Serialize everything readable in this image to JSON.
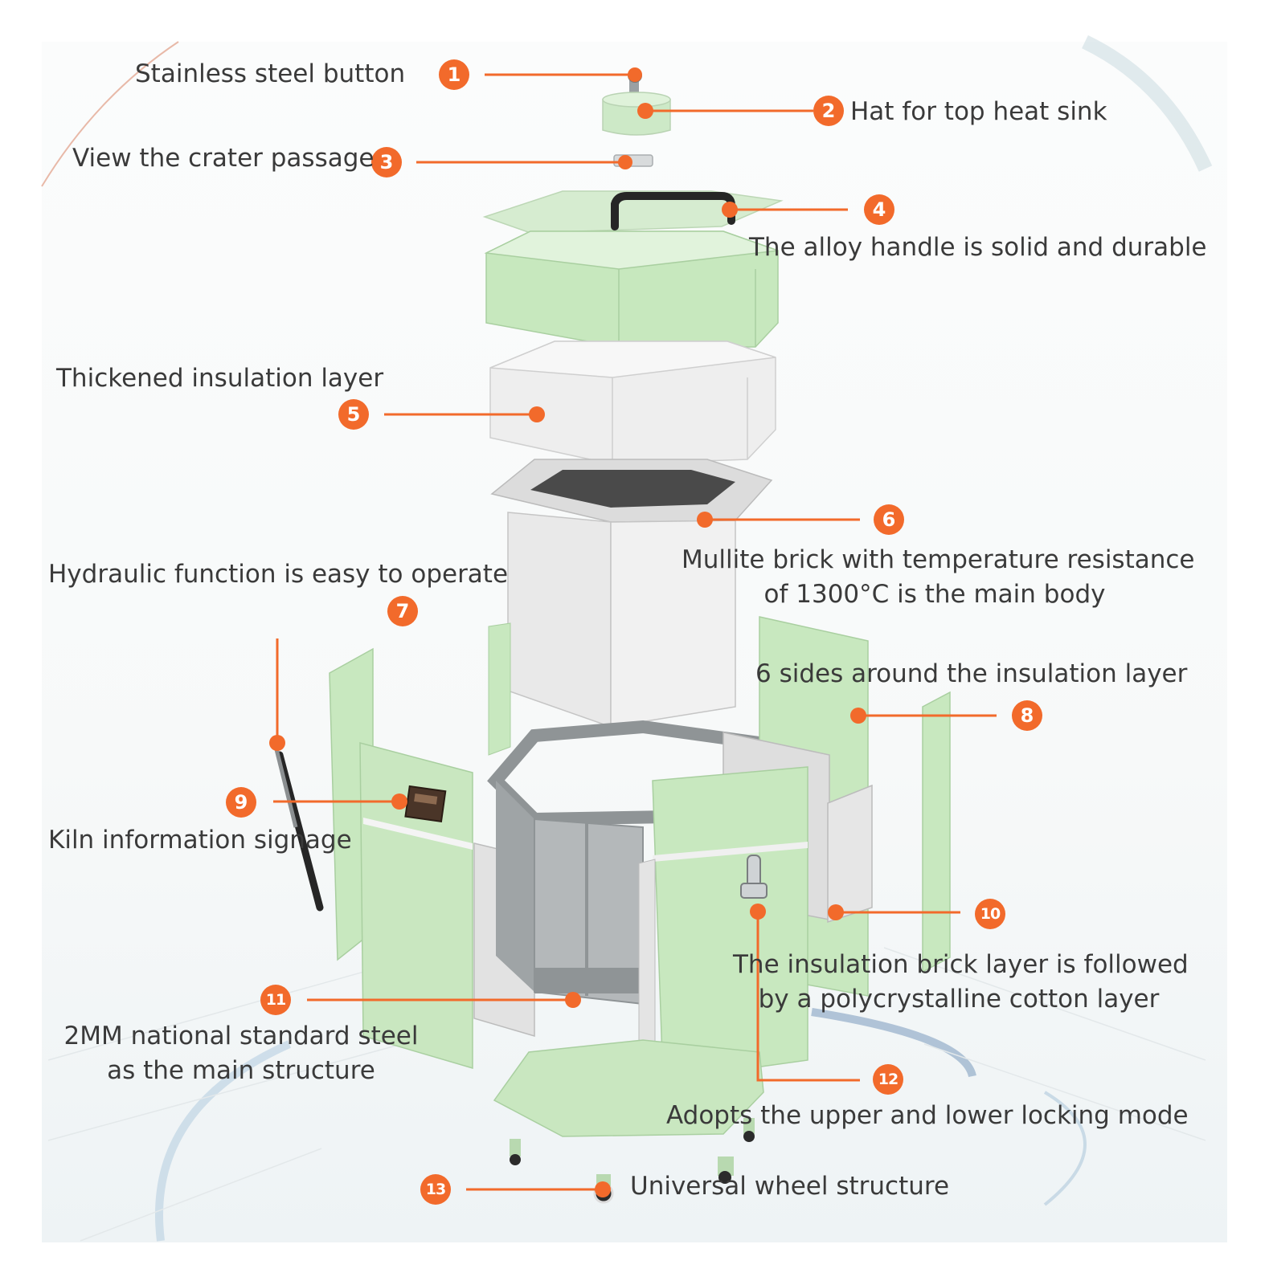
{
  "accent_color": "#f26a2b",
  "callouts": [
    {
      "number": "1",
      "label": "Stainless steel button"
    },
    {
      "number": "2",
      "label": "Hat for top heat sink"
    },
    {
      "number": "3",
      "label": "View the crater passage"
    },
    {
      "number": "4",
      "label": "The alloy handle is solid and durable"
    },
    {
      "number": "5",
      "label": "Thickened insulation layer"
    },
    {
      "number": "6",
      "label_lines": [
        "Mullite brick with temperature resistance",
        "of 1300°C is the main body"
      ]
    },
    {
      "number": "7",
      "label": "Hydraulic function is easy to operate"
    },
    {
      "number": "8",
      "label": "6 sides around the insulation layer"
    },
    {
      "number": "9",
      "label": "Kiln information signage"
    },
    {
      "number": "10",
      "label_lines": [
        "The insulation brick layer is followed",
        "by a polycrystalline cotton layer"
      ]
    },
    {
      "number": "11",
      "label_lines": [
        "2MM national standard steel",
        "as the main structure"
      ]
    },
    {
      "number": "12",
      "label": "Adopts the upper and lower locking mode"
    },
    {
      "number": "13",
      "label": "Universal wheel structure"
    }
  ]
}
